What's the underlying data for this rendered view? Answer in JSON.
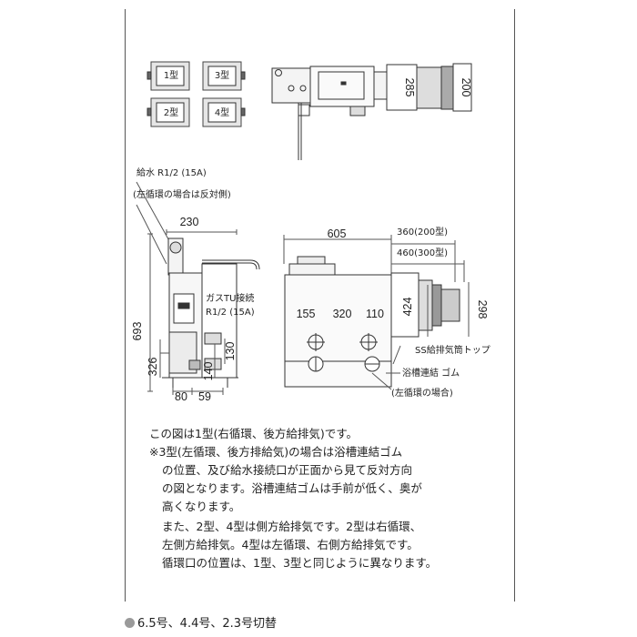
{
  "type_icons": [
    "1型",
    "3型",
    "2型",
    "4型"
  ],
  "top_view": {
    "dim_width": "285",
    "dim_height": "200"
  },
  "labels": {
    "water_supply": "給水 R1/2 (15A)",
    "water_supply_note": "(左循環の場合は反対側)",
    "gas_connection_1": "ガスTU接続",
    "gas_connection_2": "R1/2 (15A)",
    "ss_top": "SS給排気筒トップ",
    "bath_rubber": "浴槽連結 ゴム",
    "left_circulation": "(左循環の場合)"
  },
  "side_view": {
    "width": "230",
    "height": "693",
    "dim_326": "326",
    "dim_140": "140",
    "dim_130": "130",
    "dim_80": "80",
    "dim_59": "59"
  },
  "front_view": {
    "width": "605",
    "dim_360": "360(200型)",
    "dim_460": "460(300型)",
    "dim_155": "155",
    "dim_320": "320",
    "dim_110": "110",
    "dim_424": "424",
    "dim_298": "298"
  },
  "notes": [
    "この図は1型(右循環、後方給排気)です。",
    "※3型(左循環、後方排給気)の場合は浴槽連結ゴム",
    "の位置、及び給水接続口が正面から見て反対方向",
    "の図となります。浴槽連結ゴムは手前が低く、奥が",
    "高くなります。",
    "また、2型、4型は側方給排気です。2型は右循環、",
    "左側方給排気。4型は左循環、右側方給排気です。",
    "循環口の位置は、1型、3型と同じように異なります。"
  ],
  "footer": "6.5号、4.4号、2.3号切替"
}
